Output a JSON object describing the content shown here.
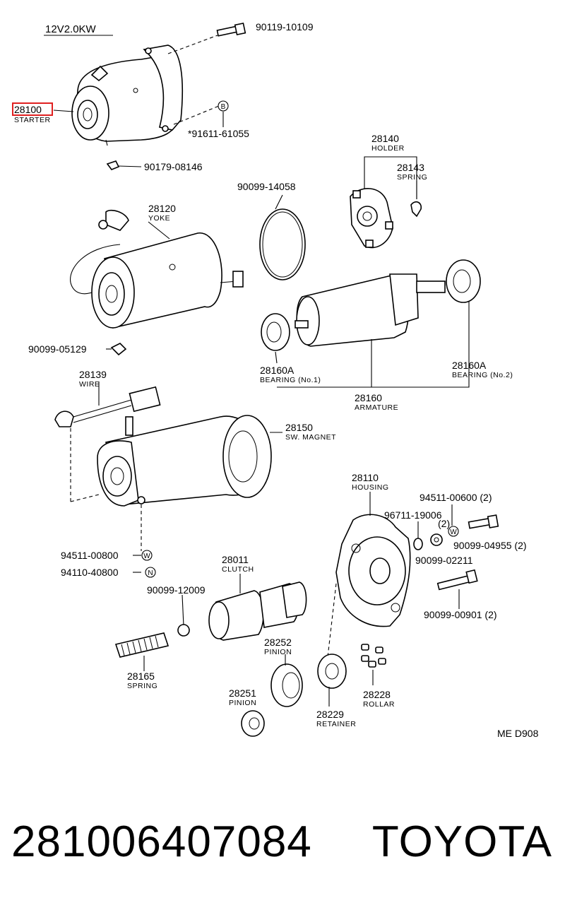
{
  "spec": "12V2.0KW",
  "diagram_code": "ME D908",
  "callouts": {
    "c90119": "90119-10109",
    "c28100": "28100",
    "c28100_name": "STARTER",
    "c91611": "*91611-61055",
    "c90179": "90179-08146",
    "c28140": "28140",
    "c28140_name": "HOLDER",
    "c28143": "28143",
    "c28143_name": "SPRING",
    "c90099_14058": "90099-14058",
    "c28120": "28120",
    "c28120_name": "YOKE",
    "c90099_05129": "90099-05129",
    "c28160a_1": "28160A",
    "c28160a_1_name": "BEARING (No.1)",
    "c28160a_2": "28160A",
    "c28160a_2_name": "BEARING (No.2)",
    "c28160": "28160",
    "c28160_name": "ARMATURE",
    "c28139": "28139",
    "c28139_name": "WIRE",
    "c28150": "28150",
    "c28150_name": "SW. MAGNET",
    "c28110": "28110",
    "c28110_name": "HOUSING",
    "c94511_00600": "94511-00600 (2)",
    "c96711": "96711-19006",
    "c96711_qty": "(2)",
    "c90099_04955": "90099-04955 (2)",
    "c90099_02211": "90099-02211",
    "c94511_00800": "94511-00800",
    "c94110": "94110-40800",
    "c28011": "28011",
    "c28011_name": "CLUTCH",
    "c90099_12009": "90099-12009",
    "c90099_00901": "90099-00901 (2)",
    "c28252": "28252",
    "c28252_name": "PINION",
    "c28165": "28165",
    "c28165_name": "SPRING",
    "c28251": "28251",
    "c28251_name": "PINION",
    "c28229": "28229",
    "c28229_name": "RETAINER",
    "c28228": "28228",
    "c28228_name": "ROLLAR"
  },
  "symbols": {
    "b": "B",
    "w1": "W",
    "w2": "W",
    "n": "N"
  },
  "footer": {
    "code": "281006407084",
    "brand": "TOYOTA"
  },
  "highlight_color": "#e02020"
}
